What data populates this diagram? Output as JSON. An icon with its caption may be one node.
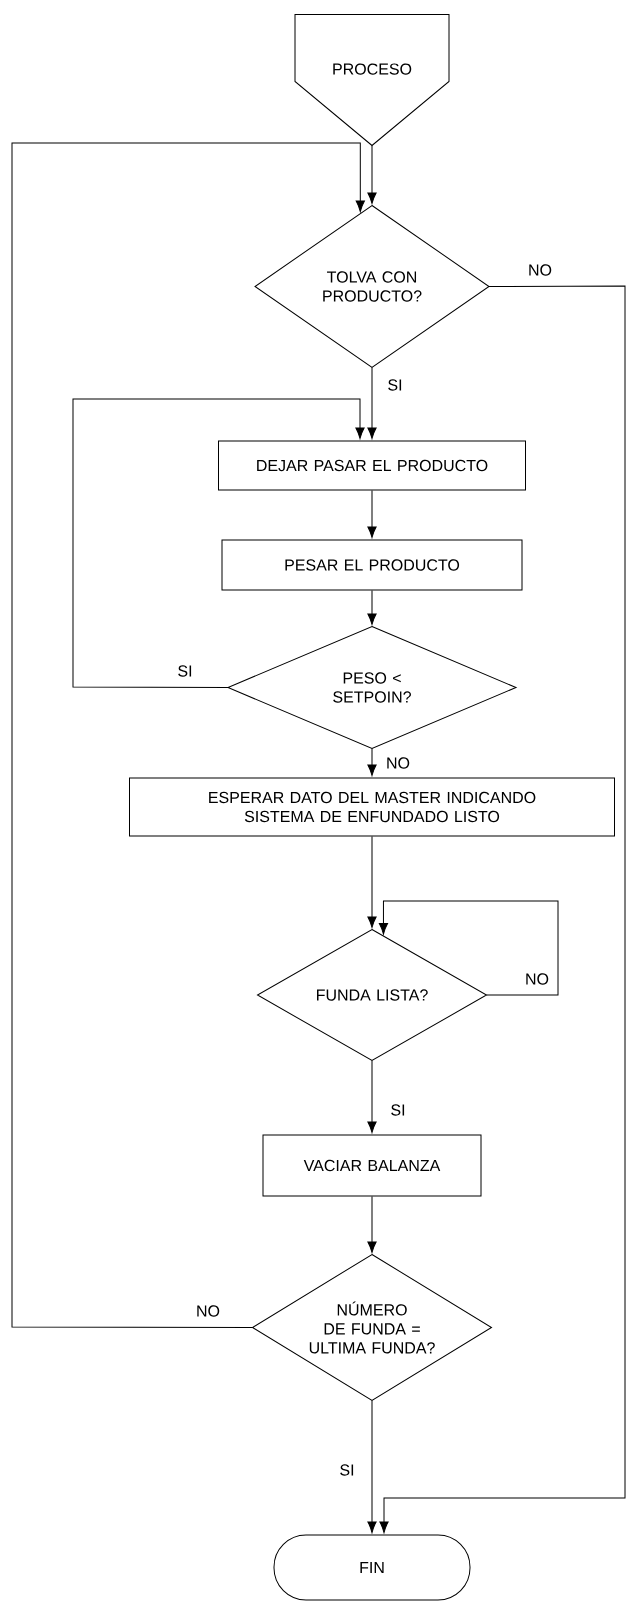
{
  "diagram": {
    "nodes": [
      {
        "text": [
          "PROCESO"
        ]
      },
      {
        "text": [
          "TOLVA CON PRODUCTO?"
        ]
      },
      {
        "text": [
          "DEJAR PASAR EL PRODUCTO"
        ]
      },
      {
        "text": [
          "PESAR EL PRODUCTO"
        ]
      },
      {
        "text": [
          "PESO < SETPOIN?"
        ]
      },
      {
        "text": [
          "ESPERAR DATO DEL MASTER INDICANDO SISTEMA DE ENFUNDADO LISTO"
        ]
      },
      {
        "text": [
          "FUNDA LISTA?"
        ]
      },
      {
        "text": [
          "VACIAR BALANZA"
        ]
      },
      {
        "text": [
          "NÚMERO DE FUNDA = ULTIMA FUNDA?"
        ]
      },
      {
        "text": [
          "FIN"
        ]
      }
    ],
    "edges": [
      {
        "from": 0,
        "to": 1,
        "arrow": "to"
      },
      {
        "from": 1,
        "to": 2,
        "arrow": "to",
        "label": "SI"
      },
      {
        "from": 2,
        "to": 3,
        "arrow": "to"
      },
      {
        "from": 3,
        "to": 4,
        "arrow": "to"
      },
      {
        "from": 4,
        "to": 2,
        "arrow": "to",
        "label": "SI"
      },
      {
        "from": 4,
        "to": 5,
        "arrow": "to",
        "label": "NO"
      },
      {
        "from": 5,
        "to": 6,
        "arrow": "to"
      },
      {
        "from": 6,
        "to": 6,
        "arrow": "to",
        "label": "NO"
      },
      {
        "from": 6,
        "to": 7,
        "arrow": "to",
        "label": "SI"
      },
      {
        "from": 7,
        "to": 8,
        "arrow": "to"
      },
      {
        "from": 8,
        "to": 1,
        "arrow": "to",
        "label": "NO"
      },
      {
        "from": 8,
        "to": 9,
        "arrow": "to",
        "label": "SI"
      },
      {
        "from": 1,
        "to": 9,
        "arrow": "to",
        "label": "NO"
      }
    ]
  }
}
